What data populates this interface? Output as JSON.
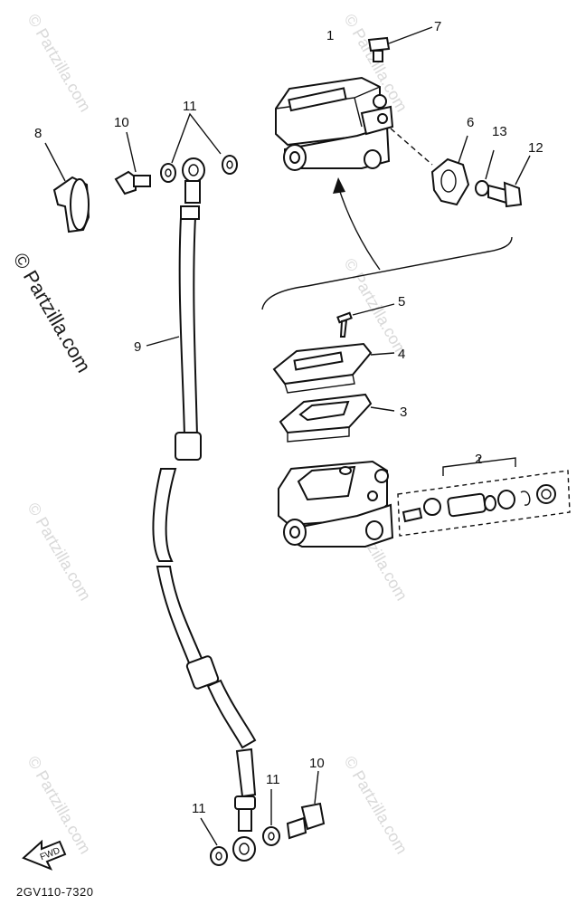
{
  "diagram": {
    "callouts": [
      "1",
      "2",
      "3",
      "4",
      "5",
      "6",
      "7",
      "8",
      "9",
      "10",
      "10",
      "11",
      "11",
      "11",
      "12",
      "13"
    ],
    "drawing_code": "2GV110-7320",
    "front_marker": "FWD",
    "watermark": "© Partzilla.com"
  }
}
